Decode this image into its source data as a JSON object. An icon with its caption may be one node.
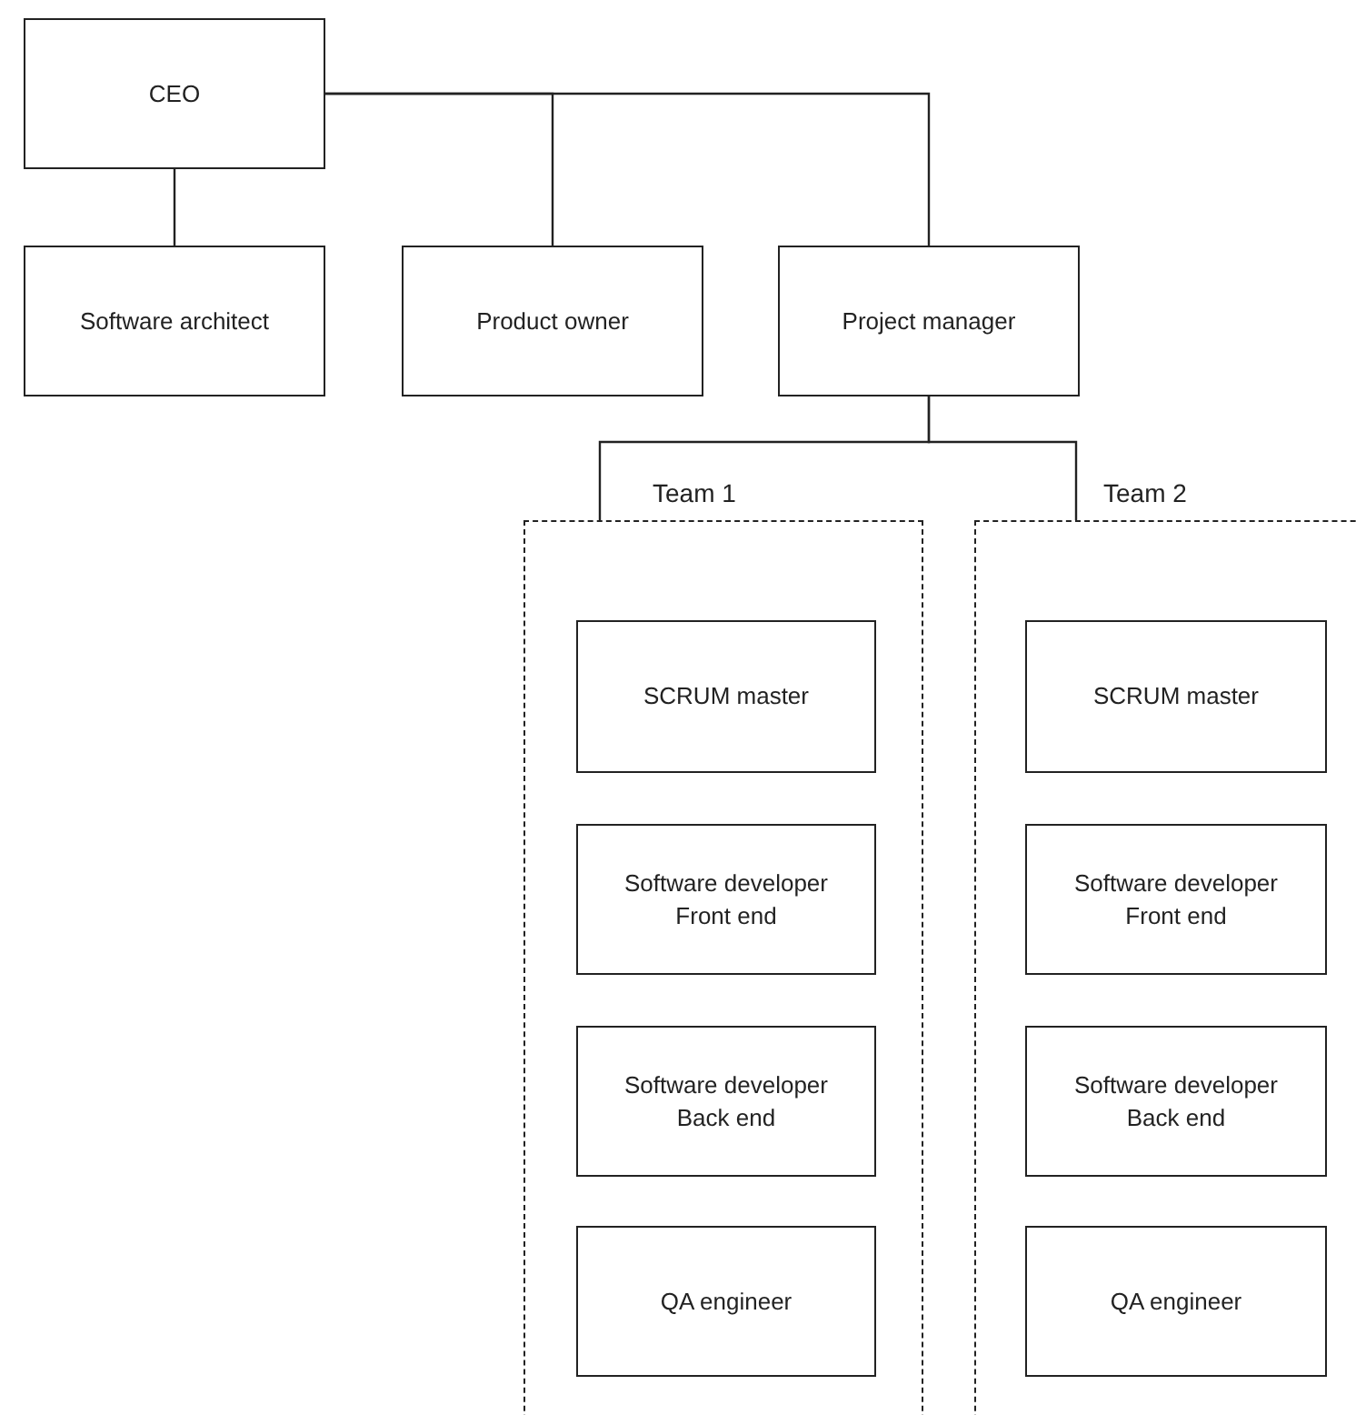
{
  "diagram": {
    "nodes": [
      {
        "text": [
          "CEO"
        ]
      },
      {
        "text": [
          "Software architect"
        ]
      },
      {
        "text": [
          "Product owner"
        ]
      },
      {
        "text": [
          "Project manager"
        ]
      },
      {
        "text": [
          "Team 1"
        ]
      },
      {
        "text": [
          "SCRUM master"
        ],
        "in": 4
      },
      {
        "text": [
          "Software developer Front end"
        ],
        "in": 4
      },
      {
        "text": [
          "Software developer Back end"
        ],
        "in": 4
      },
      {
        "text": [
          "QA engineer"
        ],
        "in": 4
      },
      {
        "text": [
          "Team 2"
        ]
      },
      {
        "text": [
          "SCRUM master"
        ],
        "in": 9
      },
      {
        "text": [
          "Software developer Front end"
        ],
        "in": 9
      },
      {
        "text": [
          "Software developer Back end"
        ],
        "in": 9
      },
      {
        "text": [
          "QA engineer"
        ],
        "in": 9
      }
    ],
    "edges": [
      {
        "from": 0,
        "to": 1,
        "arrow": "none"
      },
      {
        "from": 0,
        "to": 2,
        "arrow": "none"
      },
      {
        "from": 0,
        "to": 3,
        "arrow": "none"
      },
      {
        "from": 3,
        "to": 4,
        "arrow": "none"
      },
      {
        "from": 3,
        "to": 9,
        "arrow": "none"
      }
    ]
  }
}
